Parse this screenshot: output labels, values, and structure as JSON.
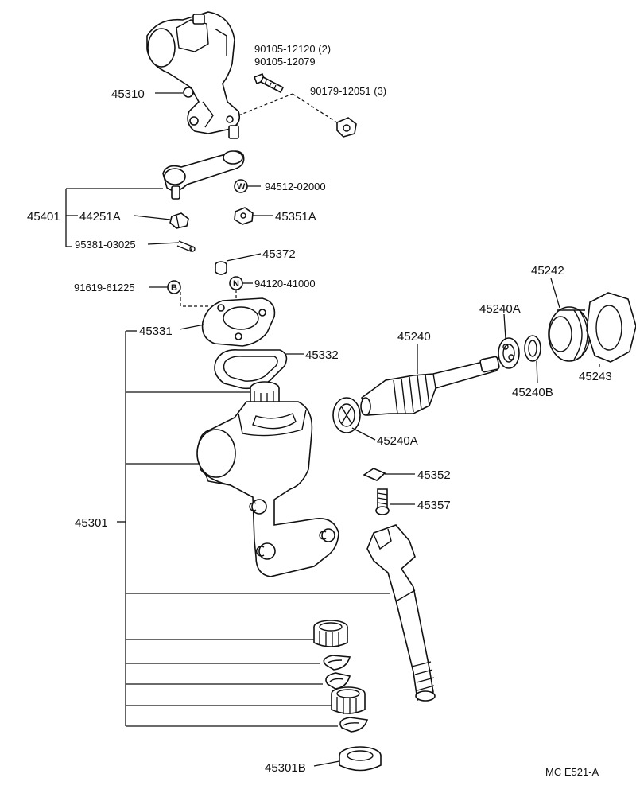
{
  "labels": {
    "p45310": "45310",
    "p90105a": "90105-12120 (2)",
    "p90105b": "90105-12079",
    "p90179": "90179-12051 (3)",
    "p94512": "94512-02000",
    "p45401": "45401",
    "p44251A": "44251A",
    "p45351A": "45351A",
    "p95381": "95381-03025",
    "p45372": "45372",
    "p91619": "91619-61225",
    "p94120": "94120-41000",
    "p45331": "45331",
    "p45332": "45332",
    "p45240": "45240",
    "p45242": "45242",
    "p45240A_top": "45240A",
    "p45240B": "45240B",
    "p45243": "45243",
    "p45240A_mid": "45240A",
    "p45352": "45352",
    "p45357": "45357",
    "p45301": "45301",
    "p45301B": "45301B",
    "footer": "MC  E521-A"
  },
  "symbols": {
    "w": "W",
    "b": "B",
    "n": "N"
  }
}
